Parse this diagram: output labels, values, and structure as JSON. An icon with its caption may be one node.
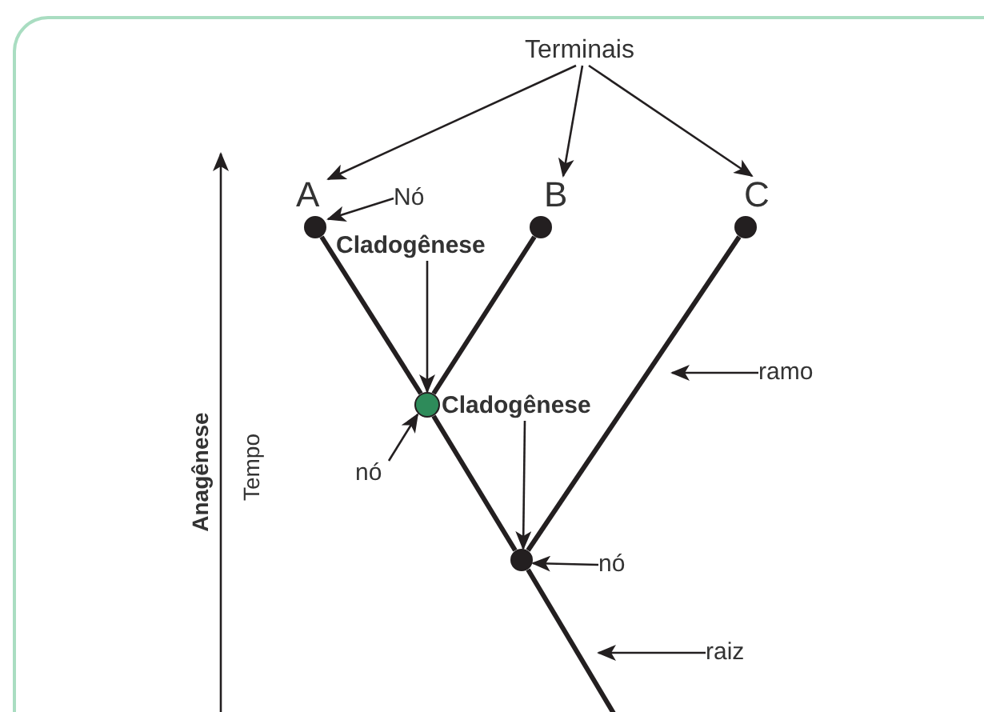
{
  "diagram": {
    "nodes": [
      {
        "text": [
          "Terminais"
        ]
      },
      {
        "text": [],
        "shape": "circle",
        "beside": [
          "A"
        ]
      },
      {
        "text": [],
        "shape": "circle",
        "beside": [
          "B"
        ]
      },
      {
        "text": [],
        "shape": "circle",
        "beside": [
          "C"
        ]
      },
      {
        "text": [
          "Nó"
        ]
      },
      {
        "text": [
          "Cladogênese"
        ]
      },
      {
        "text": [],
        "shape": "circle"
      },
      {
        "text": [
          "Cladogênese"
        ]
      },
      {
        "text": [
          "nó"
        ]
      },
      {
        "text": [],
        "shape": "circle"
      },
      {
        "text": [
          "nó"
        ]
      },
      {
        "text": [
          "ramo"
        ]
      },
      {
        "text": [
          "raiz"
        ]
      }
    ],
    "edges": [
      {
        "from": 0,
        "to": 1,
        "arrow": "to"
      },
      {
        "from": 0,
        "to": 2,
        "arrow": "to"
      },
      {
        "from": 0,
        "to": 3,
        "arrow": "to"
      },
      {
        "from": 4,
        "to": 1,
        "arrow": "to"
      },
      {
        "from": 5,
        "to": 6,
        "arrow": "to"
      },
      {
        "from": 8,
        "to": 6,
        "arrow": "to"
      },
      {
        "from": 7,
        "to": 9,
        "arrow": "to"
      },
      {
        "from": 10,
        "to": 9,
        "arrow": "to"
      },
      {
        "from": 11,
        "to": null,
        "arrow": "to"
      },
      {
        "from": 12,
        "to": null,
        "arrow": "to"
      },
      {
        "from": 1,
        "to": 6,
        "arrow": "none",
        "style": "thick"
      },
      {
        "from": 2,
        "to": 6,
        "arrow": "none",
        "style": "thick"
      },
      {
        "from": 6,
        "to": 9,
        "arrow": "none",
        "style": "thick"
      },
      {
        "from": 3,
        "to": 9,
        "arrow": "none",
        "style": "thick"
      },
      {
        "from": 9,
        "to": null,
        "arrow": "none",
        "style": "thick"
      }
    ],
    "labels": [
      "Anagênese",
      "Tempo"
    ]
  }
}
